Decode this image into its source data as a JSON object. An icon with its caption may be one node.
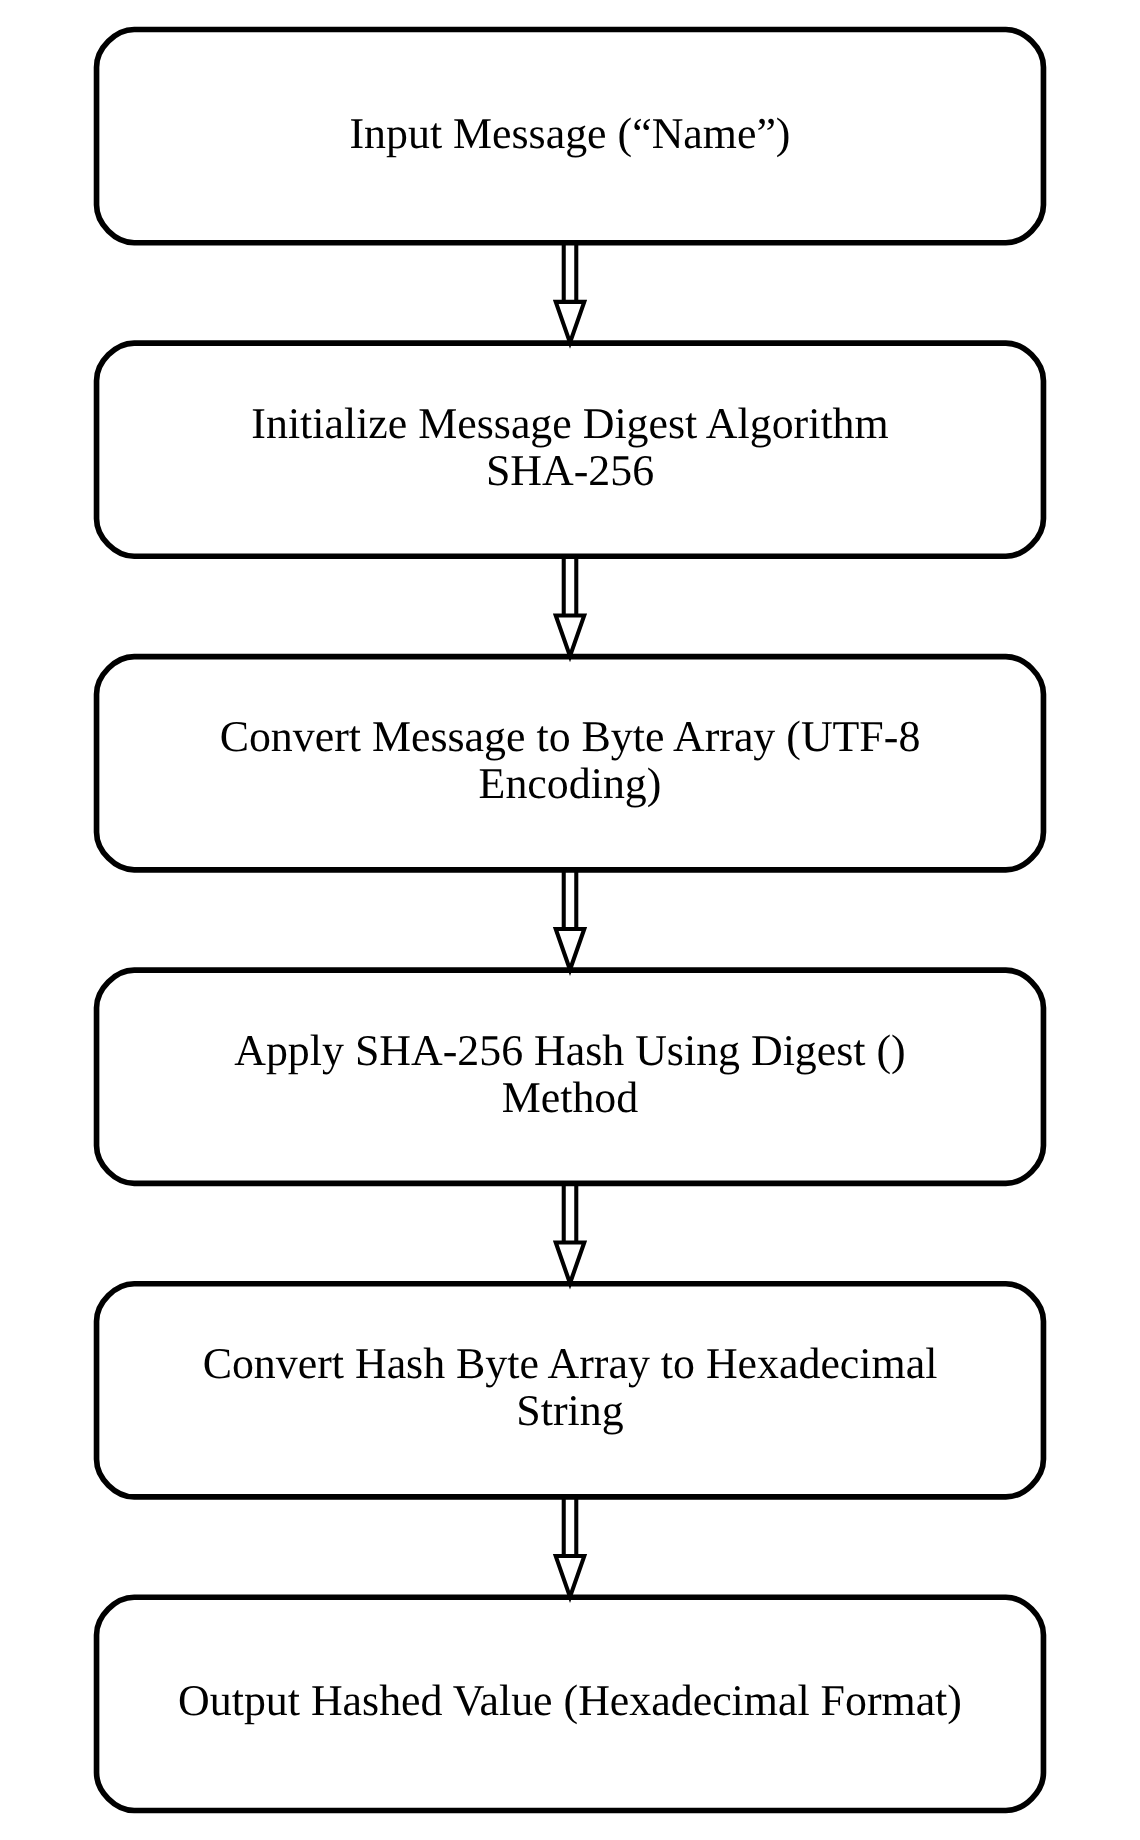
{
  "diagram": {
    "nodes": [
      {
        "text": [
          "Input Message (“Name”)"
        ]
      },
      {
        "text": [
          "Initialize Message Digest Algorithm SHA-256"
        ]
      },
      {
        "text": [
          "Convert Message to Byte Array (UTF-8 Encoding)"
        ]
      },
      {
        "text": [
          "Apply SHA-256 Hash Using Digest () Method"
        ]
      },
      {
        "text": [
          "Convert Hash Byte Array to Hexadecimal String"
        ]
      },
      {
        "text": [
          "Output Hashed Value (Hexadecimal Format)"
        ]
      }
    ],
    "edges": [
      {
        "from": 0,
        "to": 1,
        "arrow": "to"
      },
      {
        "from": 1,
        "to": 2,
        "arrow": "to"
      },
      {
        "from": 2,
        "to": 3,
        "arrow": "to"
      },
      {
        "from": 3,
        "to": 4,
        "arrow": "to"
      },
      {
        "from": 4,
        "to": 5,
        "arrow": "to"
      }
    ]
  }
}
